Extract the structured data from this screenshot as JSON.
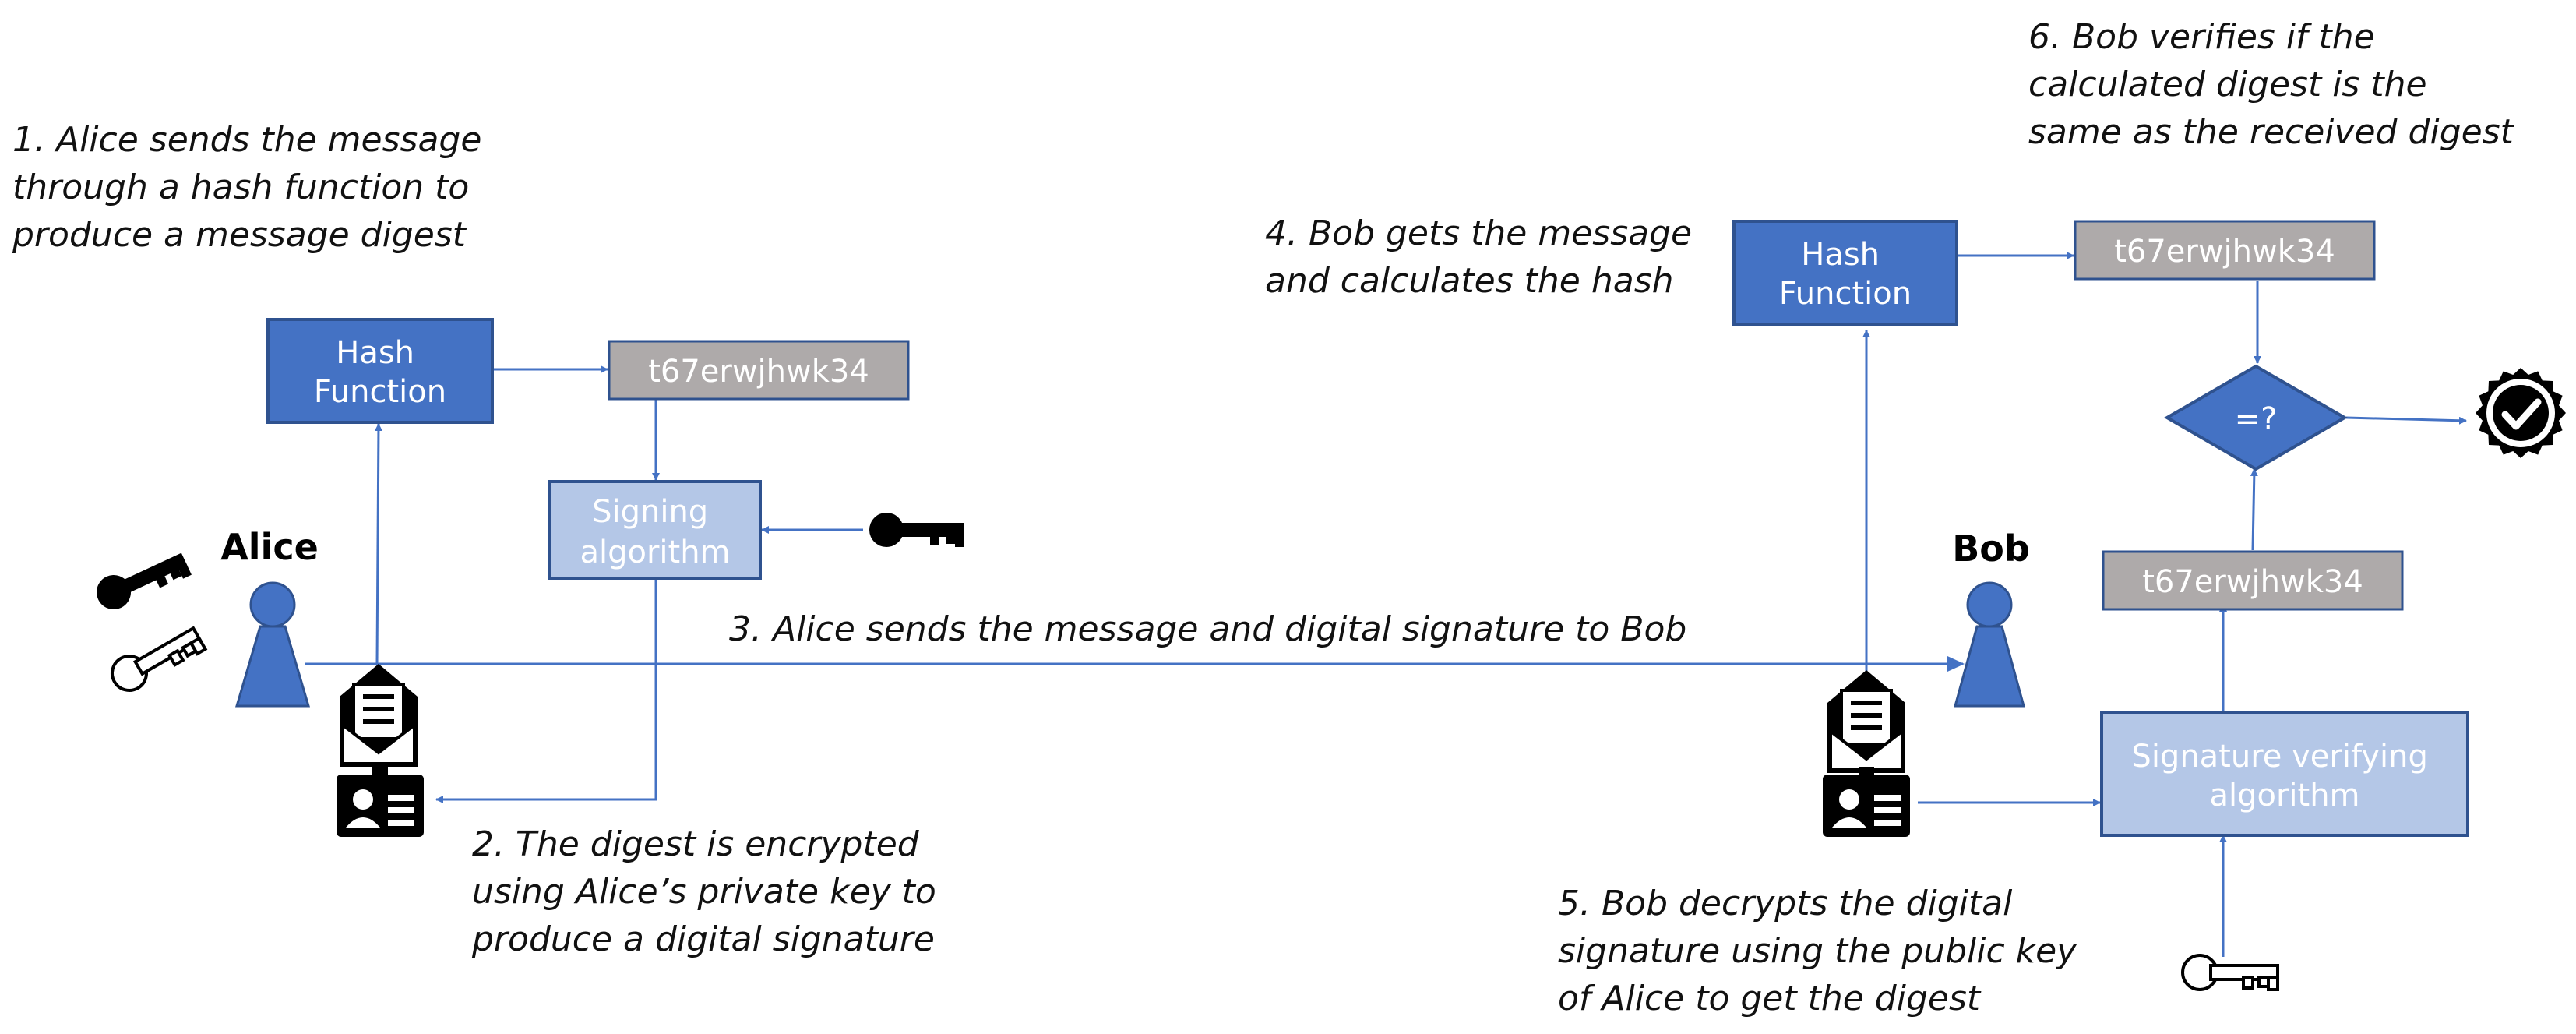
{
  "colors": {
    "hash_box": "#4472c4",
    "digest_box": "#aeaaaa",
    "algorithm_box": "#b4c7e7",
    "arrow": "#4472c4",
    "box_border": "#2f528f",
    "person": "#4472c4"
  },
  "icons": {
    "private_key": "key-icon-filled",
    "public_key": "key-icon-outline",
    "message_and_signature": "envelope-with-id-card-icon",
    "verified": "verified-badge-checkmark-icon"
  },
  "people": {
    "alice": "Alice",
    "bob": "Bob"
  },
  "steps": {
    "step1": [
      "1. Alice sends the message",
      "through a hash function to",
      "produce a message digest"
    ],
    "step2": [
      "2. The digest is encrypted",
      "using Alice’s private key to",
      "produce a digital signature"
    ],
    "step3": [
      "3. Alice sends the message and digital signature to Bob"
    ],
    "step4": [
      "4. Bob gets the message",
      "and calculates the hash"
    ],
    "step5": [
      "5. Bob decrypts the digital",
      "signature using the public key",
      "of Alice to get the digest"
    ],
    "step6": [
      "6. Bob verifies if the",
      "calculated digest is the",
      "same as the received digest"
    ]
  },
  "boxes": {
    "alice_hash": [
      "Hash",
      "Function"
    ],
    "alice_digest": "t67erwjhwk34",
    "alice_signing": [
      "Signing",
      "algorithm"
    ],
    "bob_hash": [
      "Hash",
      "Function"
    ],
    "bob_calculated_digest": "t67erwjhwk34",
    "compare": "=?",
    "bob_received_digest": "t67erwjhwk34",
    "bob_verifying": [
      "Signature verifying",
      "algorithm"
    ]
  }
}
